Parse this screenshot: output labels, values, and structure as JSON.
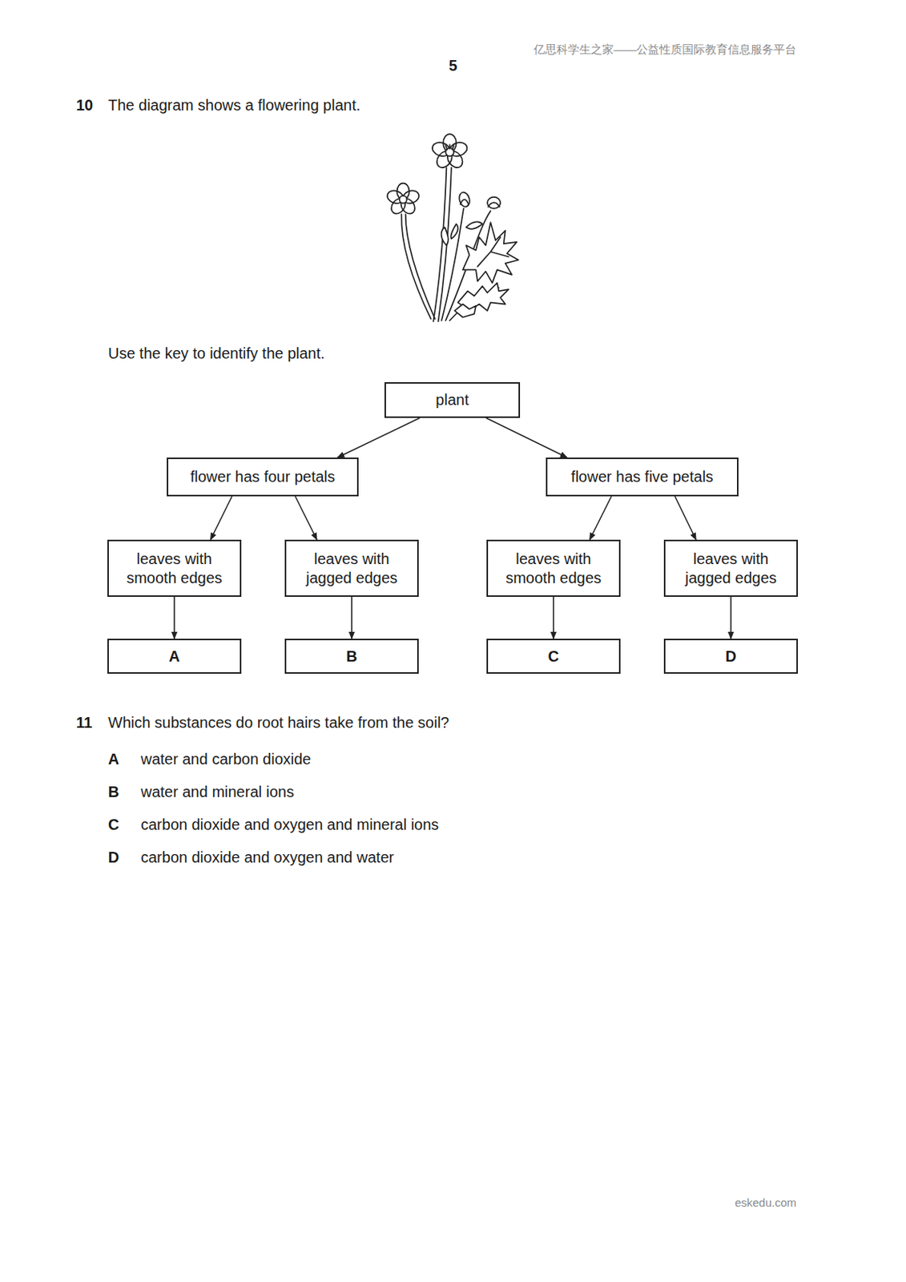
{
  "diagram": {
    "nodes": [
      {
        "text": [
          "plant"
        ]
      },
      {
        "text": [
          "flower has four petals"
        ]
      },
      {
        "text": [
          "flower has five petals"
        ]
      },
      {
        "text": [
          "leaves with smooth edges"
        ]
      },
      {
        "text": [
          "leaves with jagged edges"
        ]
      },
      {
        "text": [
          "leaves with smooth edges"
        ]
      },
      {
        "text": [
          "leaves with jagged edges"
        ]
      },
      {
        "text": [
          "A"
        ]
      },
      {
        "text": [
          "B"
        ]
      },
      {
        "text": [
          "C"
        ]
      },
      {
        "text": [
          "D"
        ]
      }
    ],
    "edges": [
      {
        "from": 0,
        "to": 1,
        "arrow": "to"
      },
      {
        "from": 0,
        "to": 2,
        "arrow": "to"
      },
      {
        "from": 1,
        "to": 3,
        "arrow": "to"
      },
      {
        "from": 1,
        "to": 4,
        "arrow": "to"
      },
      {
        "from": 2,
        "to": 5,
        "arrow": "to"
      },
      {
        "from": 2,
        "to": 6,
        "arrow": "to"
      },
      {
        "from": 3,
        "to": 7,
        "arrow": "to"
      },
      {
        "from": 4,
        "to": 8,
        "arrow": "to"
      },
      {
        "from": 5,
        "to": 9,
        "arrow": "to"
      },
      {
        "from": 6,
        "to": 10,
        "arrow": "to"
      }
    ],
    "labels": [
      "亿思科学生之家——公益性质国际教育信息服务平台",
      "5",
      "10",
      "The diagram shows a flowering plant.",
      "Use the key to identify the plant.",
      "11",
      "Which substances do root hairs take from the soil?",
      "A",
      "water and carbon dioxide",
      "B",
      "water and mineral ions",
      "C",
      "carbon dioxide and oxygen and mineral ions",
      "D",
      "carbon dioxide and oxygen and water",
      "eskedu.com"
    ]
  }
}
